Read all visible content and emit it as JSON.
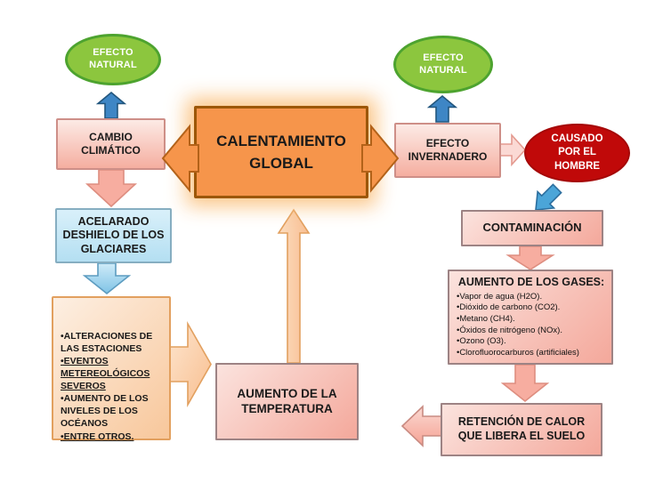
{
  "colors": {
    "green_ellipse": "#8CC63E",
    "green_border": "#4DA32F",
    "blue_arrow": "#3E86C5",
    "light_blue": "#BEE3F4",
    "orange_box": "#F6954B",
    "orange_border": "#9C5708",
    "pink_top": "#FCEAE5",
    "pink_bottom": "#F4A89B",
    "red_ellipse": "#C00909",
    "peach_top": "#FDEFE2",
    "peach_bottom": "#F8C79B"
  },
  "nodes": {
    "efecto_natural_left": "EFECTO NATURAL",
    "cambio_climatico": "CAMBIO CLIMÁTICO",
    "calentamiento_global": "CALENTAMIENTO GLOBAL",
    "efecto_invernadero": "EFECTO INVERNADERO",
    "efecto_natural_right": "EFECTO NATURAL",
    "causado_por_el_hombre": "CAUSADO POR EL HOMBRE",
    "contaminacion": "CONTAMINACIÓN",
    "deshielo_glaciares": "ACELARADO DESHIELO DE LOS GLACIARES",
    "aumento_temperatura": "AUMENTO DE LA TEMPERATURA",
    "retencion_calor": "RETENCIÓN DE CALOR QUE LIBERA EL SUELO"
  },
  "gases": {
    "title": "AUMENTO DE LOS GASES:",
    "items": [
      "•Vapor de agua (H2O).",
      "•Dióxido de carbono (CO2).",
      "•Metano (CH4).",
      "•Óxidos de nitrógeno (NOx).",
      "•Ozono (O3).",
      "•Clorofluorocarburos (artificiales)"
    ]
  },
  "consecuencias": {
    "items": [
      "•ALTERACIONES DE LAS ESTACIONES",
      "•EVENTOS METEREOLÓGICOS SEVEROS",
      "•AUMENTO DE LOS NIVELES DE LOS OCÉANOS",
      "•ENTRE OTROS."
    ]
  }
}
